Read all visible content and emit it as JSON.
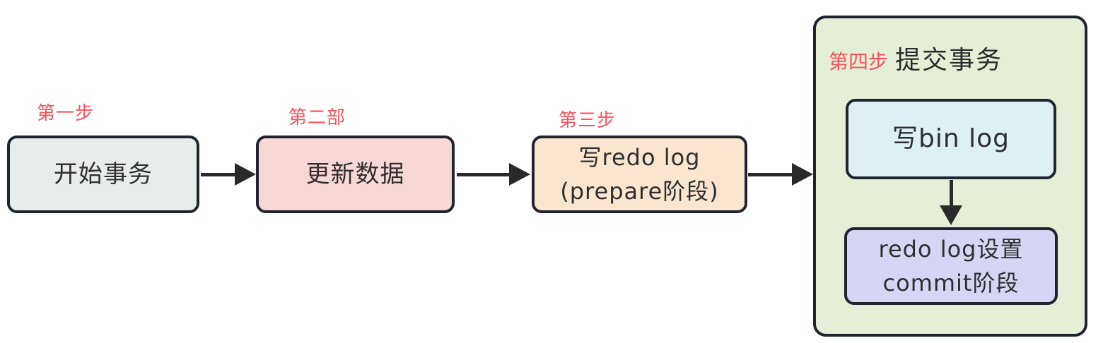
{
  "diagram": {
    "steps": [
      {
        "label": "第一步",
        "text": "开始事务"
      },
      {
        "label": "第二部",
        "text": "更新数据"
      },
      {
        "label": "第三步",
        "line1": "写redo log",
        "line2": "(prepare阶段)"
      },
      {
        "label": "第四步",
        "title": "提交事务",
        "children": [
          {
            "text": "写bin log"
          },
          {
            "line1": "redo log设置",
            "line2": "commit阶段"
          }
        ]
      }
    ],
    "colors": {
      "step1_fill": "#e8ecec",
      "step2_fill": "#f8d7d7",
      "step3_fill": "#fae6d0",
      "step4_fill": "#e5efd7",
      "binlog_fill": "#def0f3",
      "commit_fill": "#d4d6f3",
      "border": "#1f2430",
      "label_red": "#f9515b",
      "arrow": "#2a2a2a",
      "text": "#2f2f2f"
    }
  }
}
